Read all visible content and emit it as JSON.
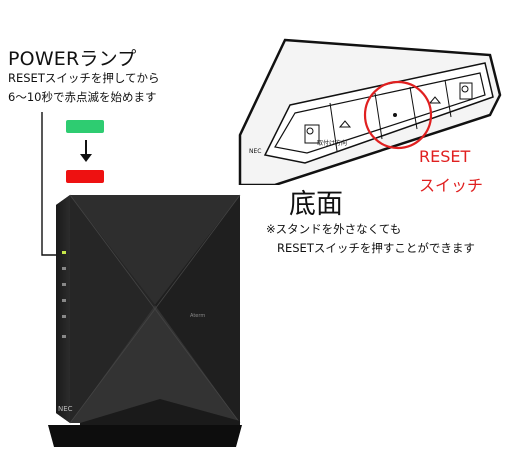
{
  "power_lamp": {
    "title": "POWERランプ",
    "desc_line1": "RESETスイッチを押してから",
    "desc_line2": "6〜10秒で赤点滅を始めます",
    "green_color": "#2ecc71",
    "red_color": "#ee1111"
  },
  "bottom": {
    "title": "底面",
    "reset_line1": "RESET",
    "reset_line2": "スイッチ",
    "note_line1": "※スタンドを外さなくても",
    "note_line2": "RESETスイッチを押すことができます",
    "highlight_color": "#e02020"
  },
  "router": {
    "brand": "NEC",
    "model_text": "Aterm"
  },
  "bottom_view_labels": {
    "brand": "NEC",
    "stand_text": "取付け方向"
  }
}
